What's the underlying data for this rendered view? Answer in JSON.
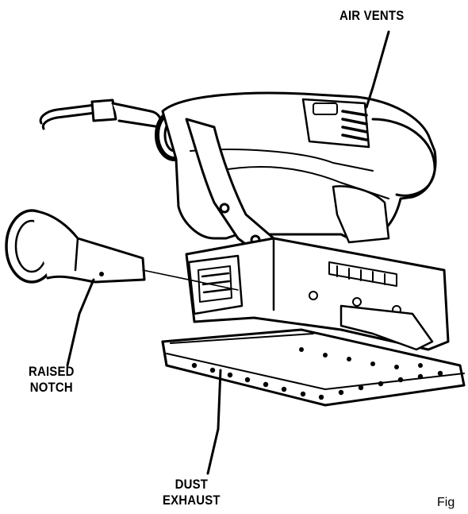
{
  "figure": {
    "labels": {
      "air_vents": "AIR VENTS",
      "raised_notch_line1": "RAISED",
      "raised_notch_line2": "NOTCH",
      "dust_exhaust_line1": "DUST",
      "dust_exhaust_line2": "EXHAUST"
    },
    "fig_caption": "Fig"
  }
}
